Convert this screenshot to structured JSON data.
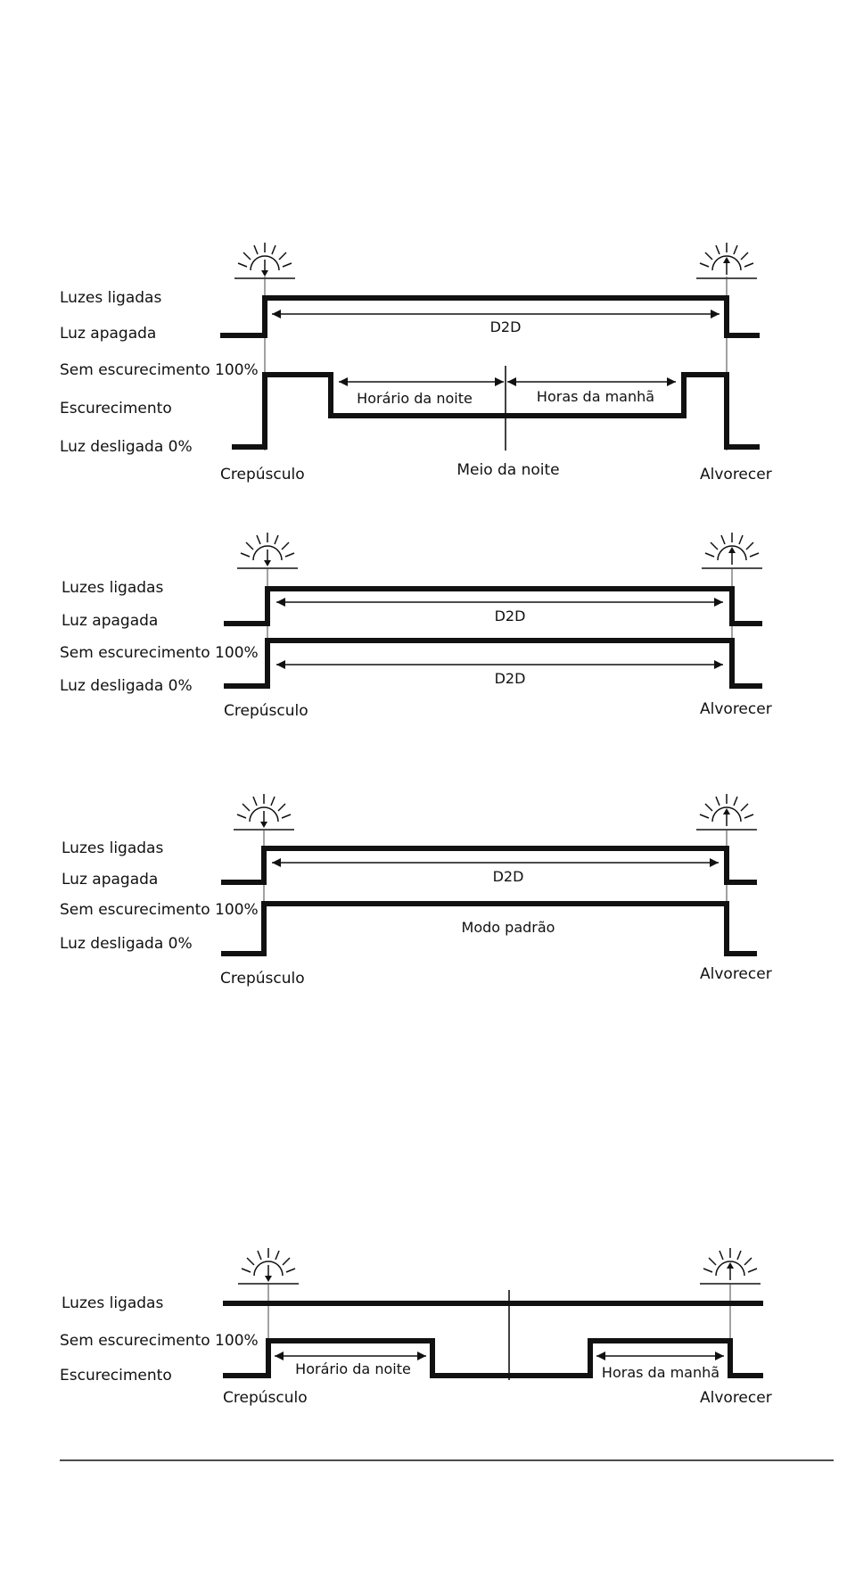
{
  "labels": {
    "lights_on": "Luzes ligadas",
    "light_off": "Luz apagada",
    "no_dim": "Sem escurecimento 100%",
    "dimming": "Escurecimento",
    "light_off_0": "Luz desligada 0%",
    "dusk": "Crepúsculo",
    "dawn": "Alvorecer",
    "midnight": "Meio da noite",
    "night_hours": "Horário da noite",
    "morning_hours": "Horas da manhã",
    "d2d": "D2D",
    "default_mode": "Modo padrão"
  },
  "colors": {
    "line": "#111111",
    "background": "#ffffff"
  },
  "icons": {
    "dusk": "sunset-icon",
    "dawn": "sunrise-icon"
  }
}
